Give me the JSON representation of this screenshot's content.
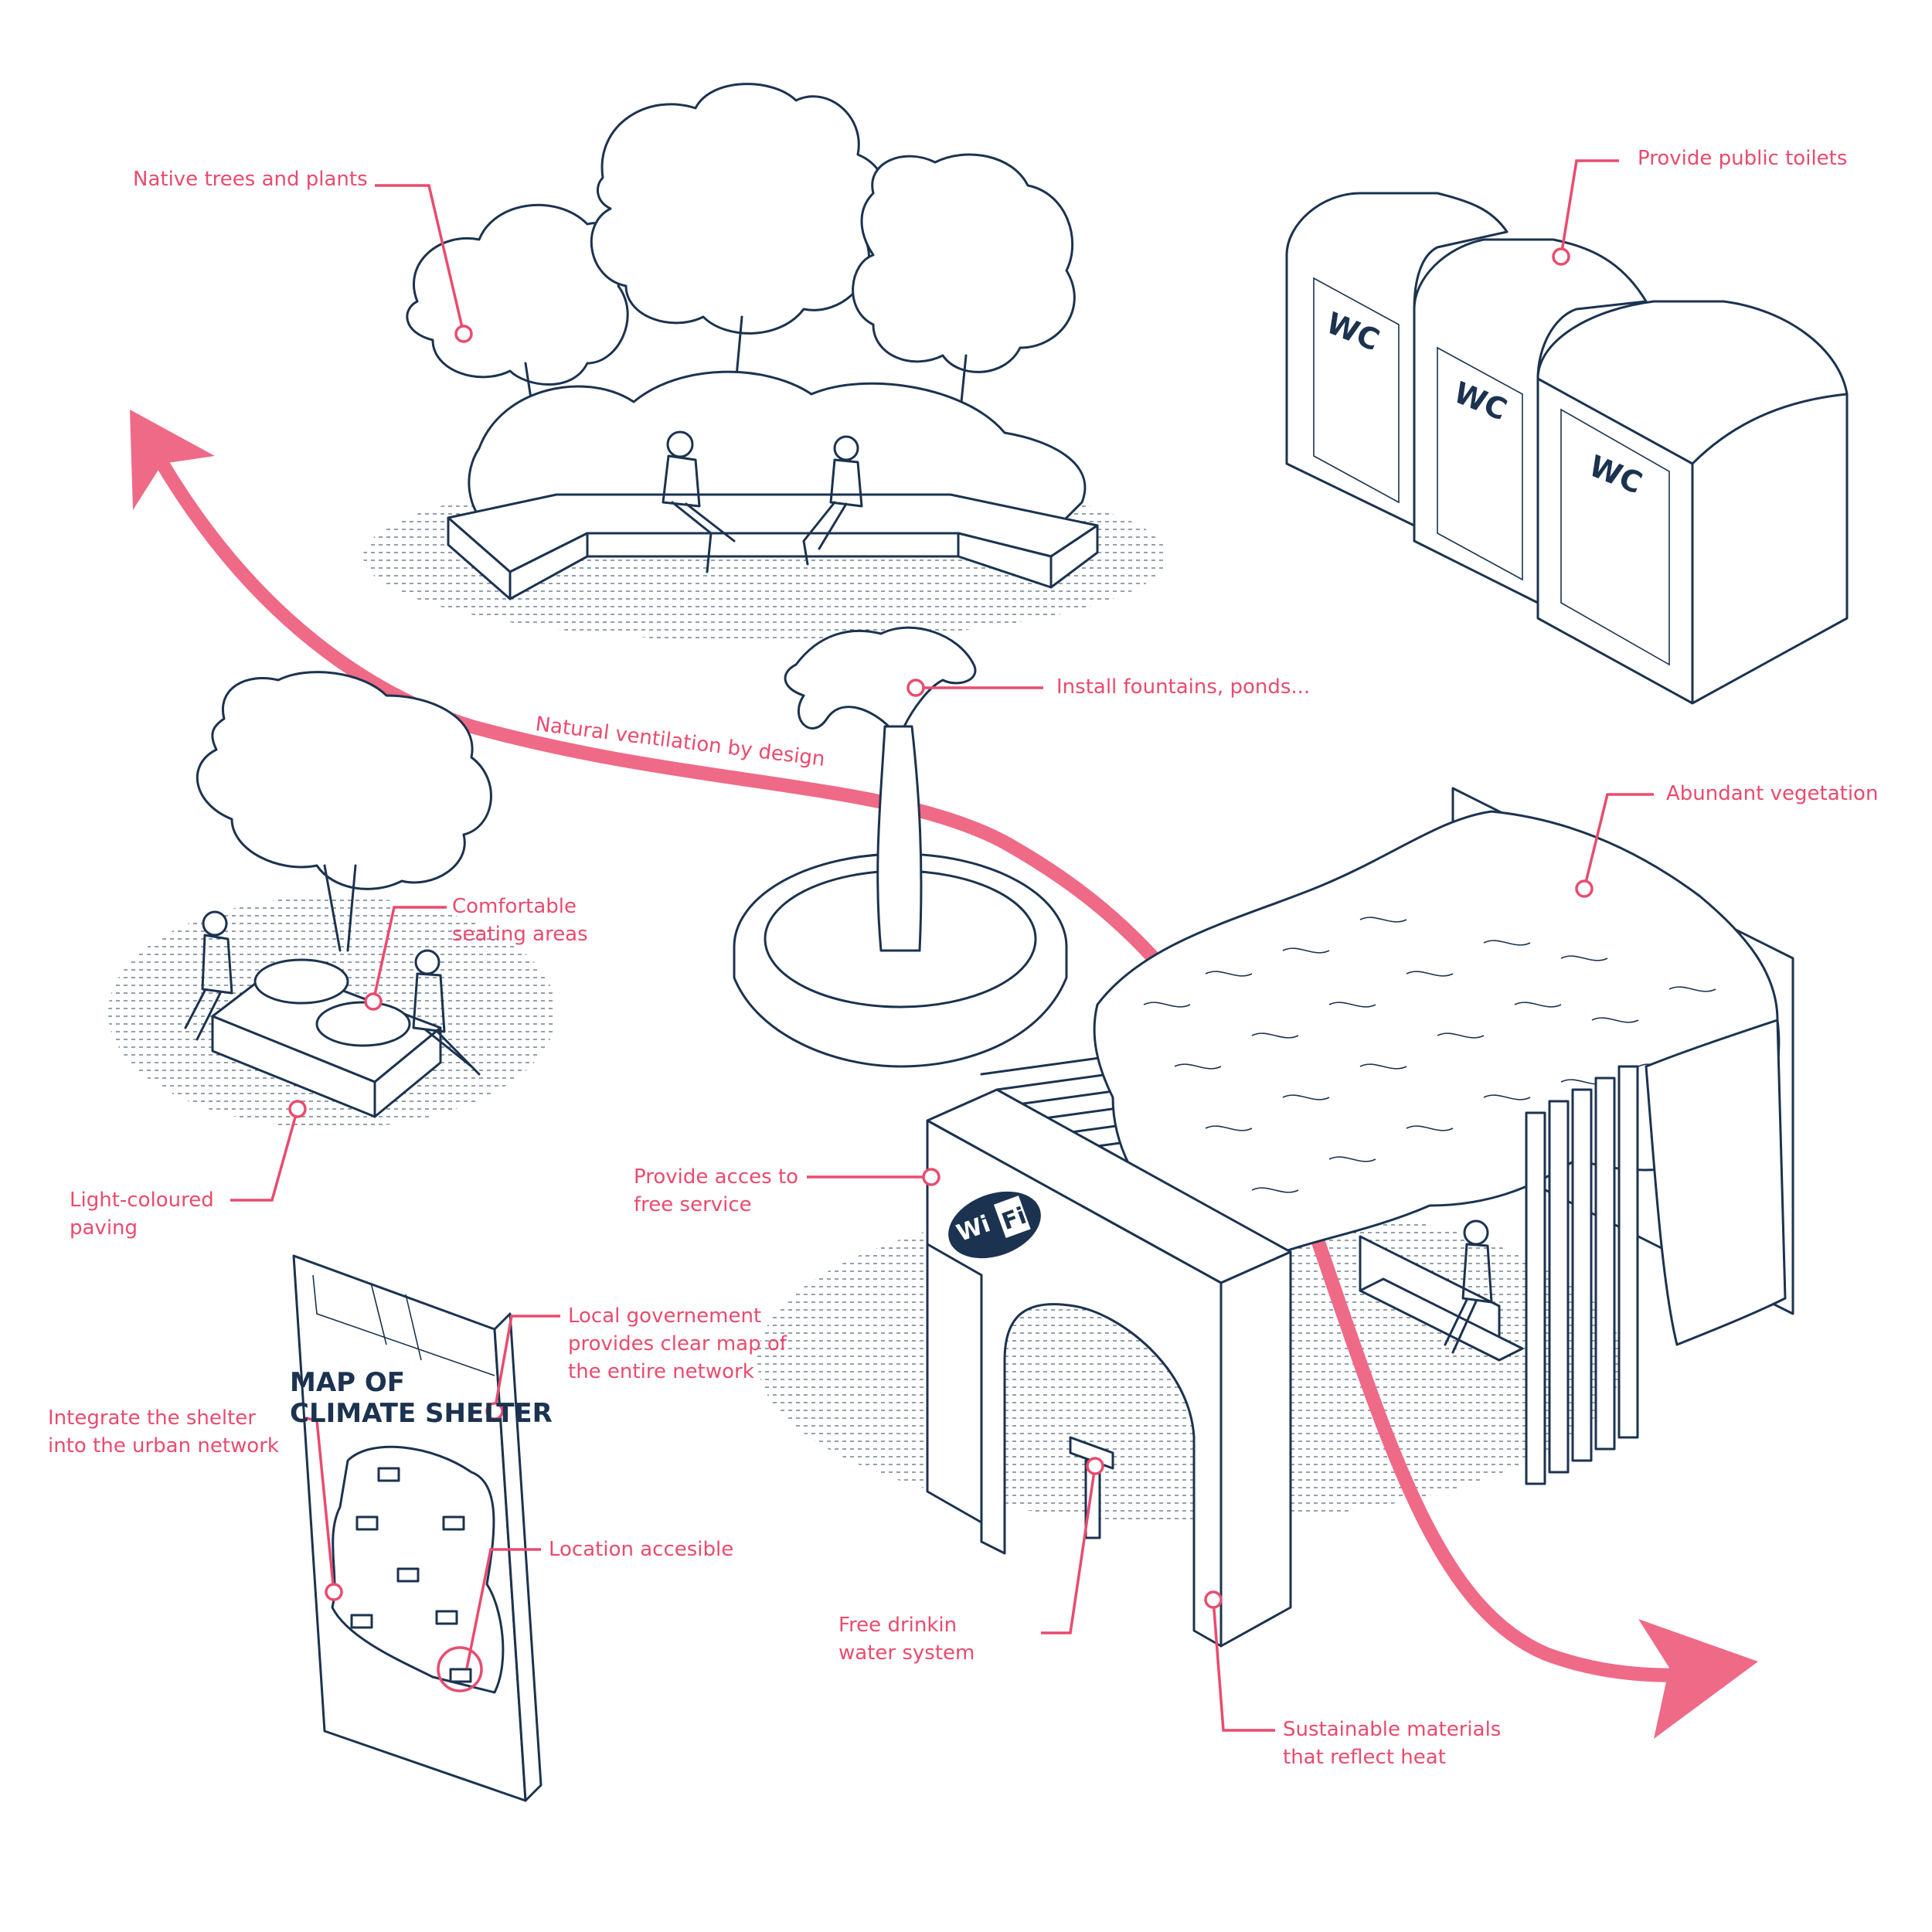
{
  "colors": {
    "accent": "#e94b6e",
    "ink": "#1b3350",
    "background": "#ffffff"
  },
  "labels": {
    "native_trees": "Native trees and plants",
    "public_toilets": "Provide public toilets",
    "install_fountains": "Install fountains, ponds...",
    "ventilation": "Natural ventilation by design",
    "abundant_vegetation": "Abundant vegetation",
    "comfortable_seating": [
      "Comfortable",
      "seating areas"
    ],
    "light_paving": [
      "Light-coloured",
      "paving"
    ],
    "free_service": [
      "Provide acces to",
      "free service"
    ],
    "local_government": [
      "Local governement",
      "provides clear map of",
      "the entire network"
    ],
    "integrate_shelter": [
      "Integrate the shelter",
      "into the urban network"
    ],
    "location_accessible": "Location accesible",
    "drinking_water": [
      "Free drinkin",
      "water system"
    ],
    "sustainable_materials": [
      "Sustainable materials",
      "that reflect heat"
    ]
  },
  "signs": {
    "wc": "WC",
    "wifi_left": "Wi",
    "wifi_right": "Fi",
    "map_title": [
      "MAP OF",
      "CLIMATE SHELTER"
    ]
  }
}
